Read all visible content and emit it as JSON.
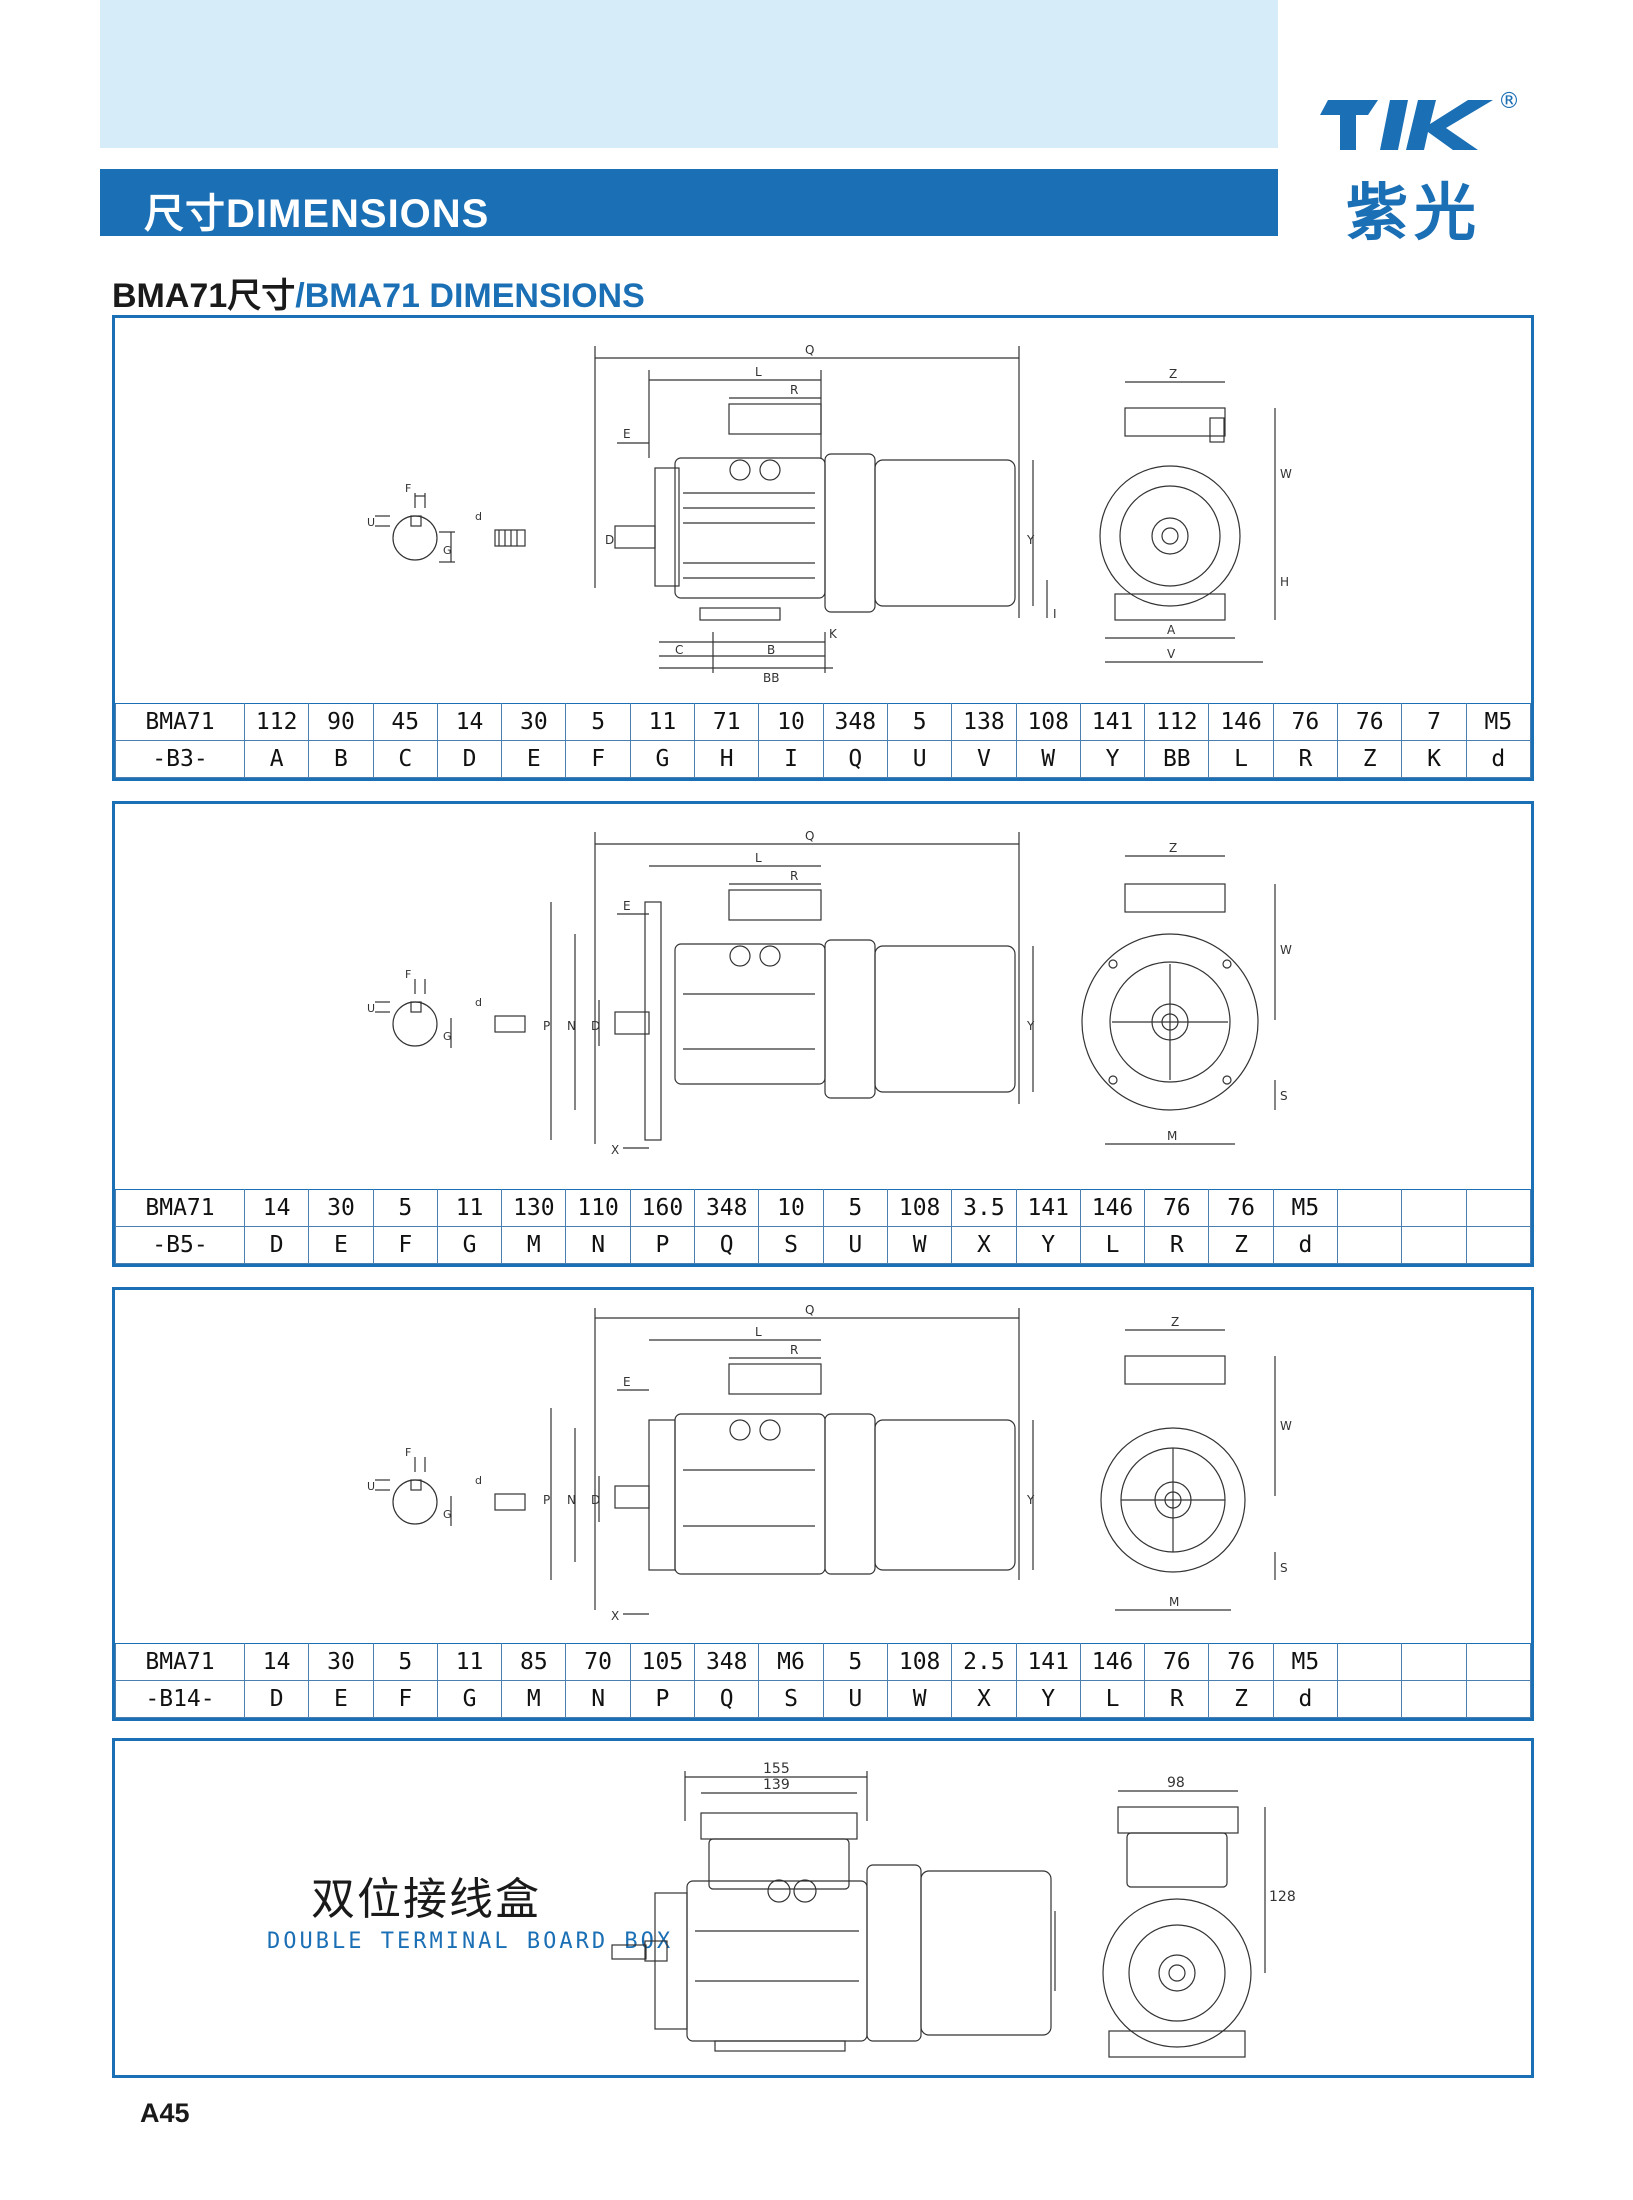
{
  "header": {
    "title": "尺寸DIMENSIONS",
    "logo_text": "TIK",
    "logo_cn": "紫光",
    "registered_mark": "®",
    "brand_color": "#1a6fb5"
  },
  "section": {
    "title_zh": "BMA71尺寸",
    "title_en": "/BMA71 DIMENSIONS"
  },
  "tables": {
    "b3": {
      "model": "BMA71",
      "variant": "-B3-",
      "values": [
        "112",
        "90",
        "45",
        "14",
        "30",
        "5",
        "11",
        "71",
        "10",
        "348",
        "5",
        "138",
        "108",
        "141",
        "112",
        "146",
        "76",
        "76",
        "7",
        "M5"
      ],
      "letters": [
        "A",
        "B",
        "C",
        "D",
        "E",
        "F",
        "G",
        "H",
        "I",
        "Q",
        "U",
        "V",
        "W",
        "Y",
        "BB",
        "L",
        "R",
        "Z",
        "K",
        "d"
      ]
    },
    "b5": {
      "model": "BMA71",
      "variant": "-B5-",
      "values": [
        "14",
        "30",
        "5",
        "11",
        "130",
        "110",
        "160",
        "348",
        "10",
        "5",
        "108",
        "3.5",
        "141",
        "146",
        "76",
        "76",
        "M5",
        "",
        "",
        ""
      ],
      "letters": [
        "D",
        "E",
        "F",
        "G",
        "M",
        "N",
        "P",
        "Q",
        "S",
        "U",
        "W",
        "X",
        "Y",
        "L",
        "R",
        "Z",
        "d",
        "",
        "",
        ""
      ]
    },
    "b14": {
      "model": "BMA71",
      "variant": "-B14-",
      "values": [
        "14",
        "30",
        "5",
        "11",
        "85",
        "70",
        "105",
        "348",
        "M6",
        "5",
        "108",
        "2.5",
        "141",
        "146",
        "76",
        "76",
        "M5",
        "",
        "",
        ""
      ],
      "letters": [
        "D",
        "E",
        "F",
        "G",
        "M",
        "N",
        "P",
        "Q",
        "S",
        "U",
        "W",
        "X",
        "Y",
        "L",
        "R",
        "Z",
        "d",
        "",
        "",
        ""
      ]
    }
  },
  "labels": {
    "b3": [
      "Q",
      "L",
      "R",
      "E",
      "D",
      "C",
      "B",
      "BB",
      "K",
      "F",
      "U",
      "G",
      "d",
      "Y",
      "Z",
      "W",
      "H",
      "I",
      "A",
      "V"
    ],
    "b5": [
      "Q",
      "L",
      "R",
      "E",
      "P",
      "N",
      "D",
      "X",
      "F",
      "U",
      "G",
      "d",
      "Y",
      "Z",
      "W",
      "S",
      "M"
    ],
    "b14": [
      "Q",
      "L",
      "R",
      "E",
      "P",
      "N",
      "D",
      "X",
      "F",
      "U",
      "G",
      "d",
      "Y",
      "Z",
      "W",
      "S",
      "M"
    ],
    "junction": [
      "155",
      "139",
      "98",
      "128"
    ]
  },
  "junction_box": {
    "title_zh": "双位接线盒",
    "title_en": "DOUBLE TERMINAL BOARD BOX"
  },
  "footer": {
    "page_number": "A45"
  }
}
